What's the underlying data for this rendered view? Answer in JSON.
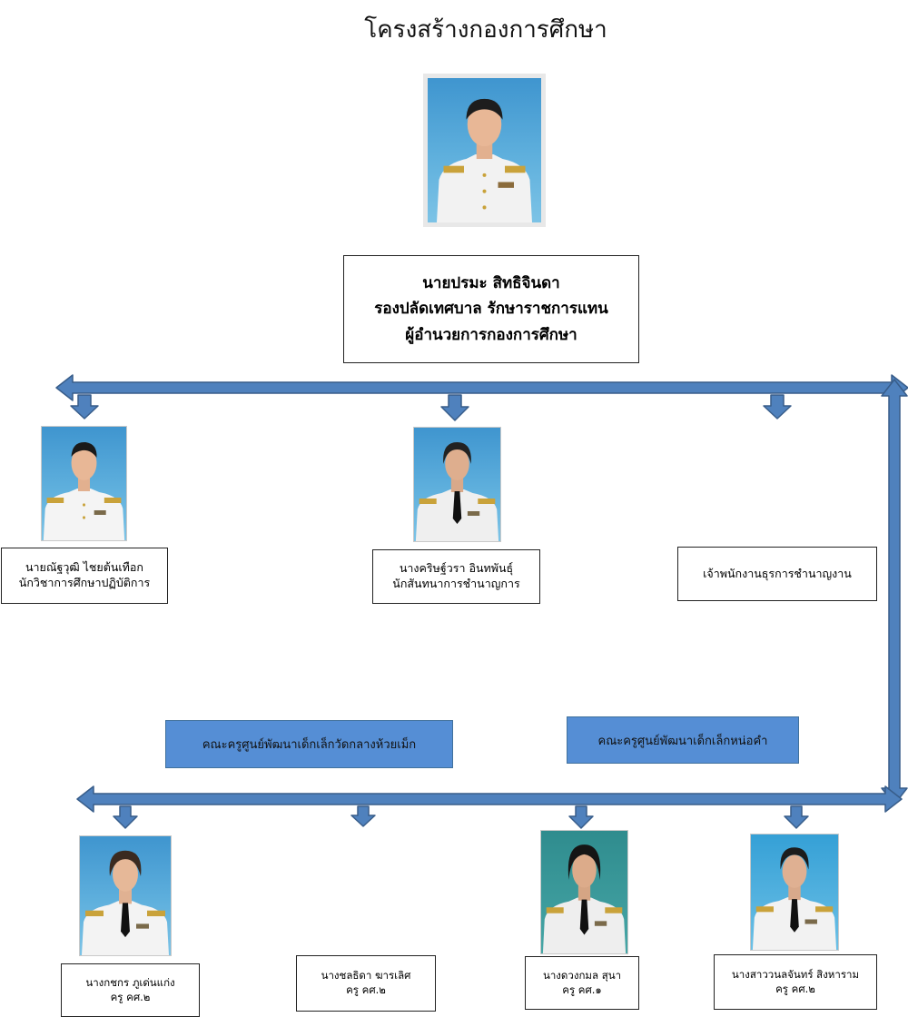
{
  "title": "โครงสร้างกองการศึกษา",
  "director": {
    "name": "นายปรมะ สิทธิจินดา",
    "position_1": "รองปลัดเทศบาล รักษาราชการแทน",
    "position_2": "ผู้อำนวยการกองการศึกษา"
  },
  "staff": [
    {
      "name": "นายณัฐวุฒิ ไชยต้นเทือก",
      "position": "นักวิชาการศึกษาปฏิบัติการ"
    },
    {
      "name": "นางคริษฐ์วรา  อินทพันธุ์",
      "position": "นักสันทนาการชำนาญการ"
    },
    {
      "position": "เจ้าพนักงานธุรการชำนาญงาน"
    }
  ],
  "centers": [
    {
      "label": "คณะครูศูนย์พัฒนาเด็กเล็กวัดกลางห้วยเม็ก"
    },
    {
      "label": "คณะครูศูนย์พัฒนาเด็กเล็กหน่อคำ"
    }
  ],
  "teachers": [
    {
      "name": "นางกชกร ภูเด่นแก่ง",
      "position": "ครู คศ.๒"
    },
    {
      "name": "นางชลธิดา ฆารเลิศ",
      "position": "ครู คศ.๒"
    },
    {
      "name": "นางดวงกมล สุนา",
      "position": "ครู คศ.๑"
    },
    {
      "name": "นางสาววนลจันทร์ สิงหาราม",
      "position": "ครู คศ.๒"
    }
  ],
  "colors": {
    "connector_fill": "#4f81bd",
    "connector_stroke": "#385d8a",
    "center_box": "#558ed5",
    "photo_background": "#4aa3d8",
    "uniform": "#f2f2f2"
  }
}
